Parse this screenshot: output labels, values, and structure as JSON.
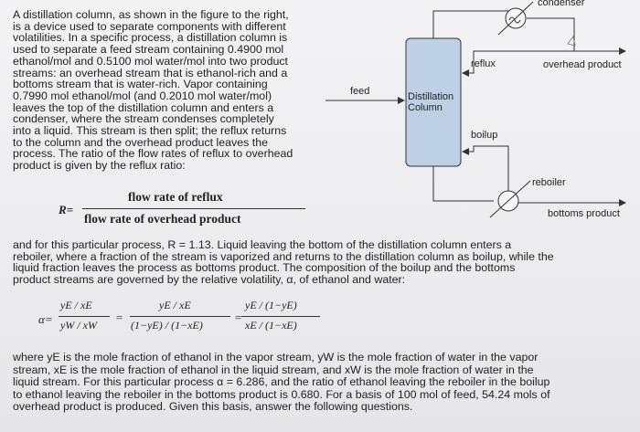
{
  "intro_lines": [
    "A distillation column, as shown in the figure to the right,",
    "is a device used to separate components with different",
    "volatilities. In a specific process, a distillation column is",
    "used to separate a feed stream containing 0.4900 mol",
    "ethanol/mol and 0.5100 mol water/mol into two product",
    "streams: an overhead stream that is ethanol-rich and a",
    "bottoms stream that is water-rich. Vapor containing",
    "0.7990 mol ethanol/mol (and 0.2010 mol water/mol)",
    "leaves the top of the distillation column and enters a",
    "condenser, where the stream condenses completely",
    "into a liquid. This stream is then split; the reflux returns",
    "to the column and the overhead product leaves the",
    "process. The ratio of the flow rates of reflux to overhead",
    "product is given by the reflux ratio:"
  ],
  "reflux_eq": {
    "lhs": "R=",
    "numerator": "flow rate of reflux",
    "denominator": "flow rate of overhead product"
  },
  "middle_lines": [
    "and for this particular process, R = 1.13. Liquid leaving the bottom of the distillation column enters a",
    "reboiler, where a fraction of the stream is vaporized and returns to the distillation column as boilup, while the",
    "liquid fraction leaves the process as bottoms product. The composition of the boilup and the bottoms",
    "product streams are governed by the relative volatility, α, of ethanol and water:"
  ],
  "alpha_eq": {
    "lhs": "α=",
    "t1_num": "yE / xE",
    "t1_den": "yW / xW",
    "t2_num": "yE / xE",
    "t2_den": "(1−yE) / (1−xE)",
    "t3_num": "yE / (1−yE)",
    "t3_den": "xE / (1−xE)",
    "eq": "="
  },
  "bottom_lines": [
    "where yE is the mole fraction of ethanol in the vapor stream, yW is the mole fraction of water in the vapor",
    "stream, xE is the mole fraction of ethanol in the liquid stream, and xW is the mole fraction of water in the",
    "liquid stream. For this particular process α = 6.286, and the ratio of ethanol leaving the reboiler in the boilup",
    "to ethanol leaving the reboiler in the bottoms product is 0.680. For a basis of 100 mol of feed, 54.24 mols of",
    "overhead product is produced. Given this basis, answer the following questions."
  ],
  "diagram": {
    "condenser": "condenser",
    "reflux": "reflux",
    "overhead_product": "overhead product",
    "feed": "feed",
    "column_line1": "Distillation",
    "column_line2": "Column",
    "boilup": "boilup",
    "reboiler": "reboiler",
    "bottoms_product": "bottoms product"
  }
}
